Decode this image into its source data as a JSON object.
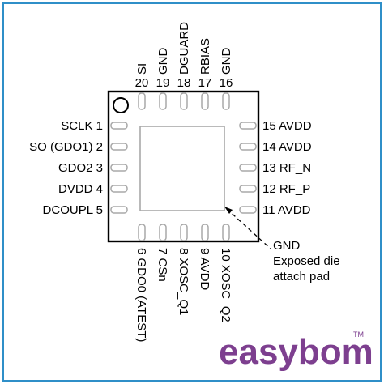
{
  "package": {
    "die_pad_note_line1": "GND",
    "die_pad_note_line2": "Exposed die",
    "die_pad_note_line3": "attach pad"
  },
  "pins": {
    "left": [
      {
        "num": "1",
        "name": "SCLK"
      },
      {
        "num": "2",
        "name": "SO (GDO1)"
      },
      {
        "num": "3",
        "name": "GDO2"
      },
      {
        "num": "4",
        "name": "DVDD"
      },
      {
        "num": "5",
        "name": "DCOUPL"
      }
    ],
    "bottom": [
      {
        "num": "6",
        "name": "GDO0 (ATEST)"
      },
      {
        "num": "7",
        "name": "CSn"
      },
      {
        "num": "8",
        "name": "XOSC_Q1"
      },
      {
        "num": "9",
        "name": "AVDD"
      },
      {
        "num": "10",
        "name": "XOSC_Q2"
      }
    ],
    "right": [
      {
        "num": "11",
        "name": "AVDD"
      },
      {
        "num": "12",
        "name": "RF_P"
      },
      {
        "num": "13",
        "name": "RF_N"
      },
      {
        "num": "14",
        "name": "AVDD"
      },
      {
        "num": "15",
        "name": "AVDD"
      }
    ],
    "top": [
      {
        "num": "16",
        "name": "GND"
      },
      {
        "num": "17",
        "name": "RBIAS"
      },
      {
        "num": "18",
        "name": "DGUARD"
      },
      {
        "num": "19",
        "name": "GND"
      },
      {
        "num": "20",
        "name": "SI"
      }
    ]
  },
  "watermark": {
    "text": "easybom",
    "tm": "TM"
  },
  "colors": {
    "frame": "#2f8fc8",
    "ink": "#000000",
    "pad": "#a8a8a8",
    "brand": "#7d3f8f"
  }
}
